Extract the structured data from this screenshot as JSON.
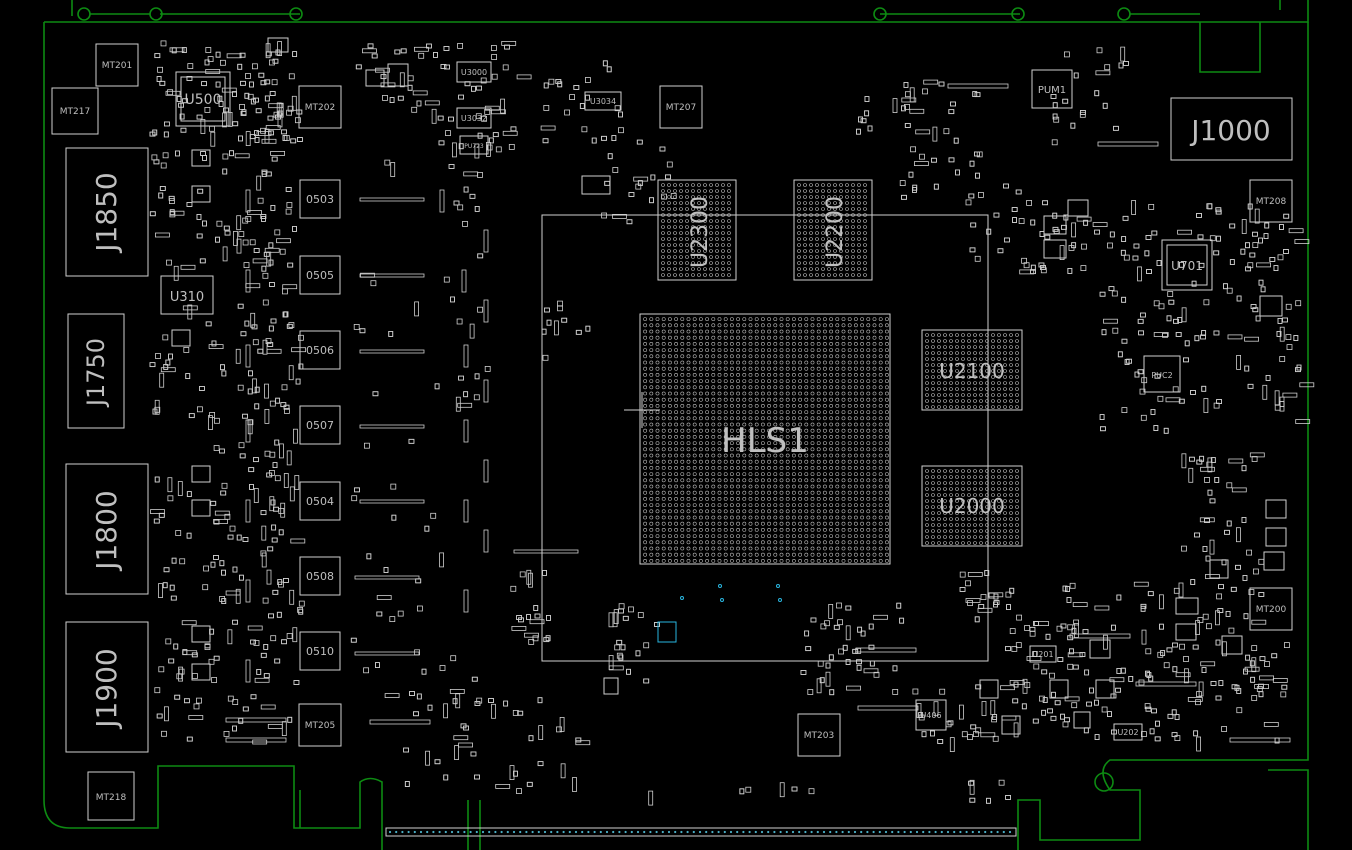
{
  "board": {
    "outline_color": "#0d8a12",
    "silk_color": "#cfcfcf",
    "highlight_color": "#29b6e0"
  },
  "labels": {
    "gpu": "HLS1",
    "mem_u2300": "U2300",
    "mem_u2200": "U2200",
    "mem_u2100": "U2100",
    "mem_u2000": "U2000",
    "conn_j1850": "J1850",
    "conn_j1750": "J1750",
    "conn_j1800": "J1800",
    "conn_j1900": "J1900",
    "conn_j1000": "J1000",
    "ic_u500": "U500",
    "ic_u310": "U310",
    "ic_u701": "U701",
    "ic_u3000": "U3000",
    "ic_u3032": "U3032",
    "ic_u3034": "U3034",
    "ic_u201": "U201",
    "ic_u202": "U202",
    "ic_u406": "U406",
    "ic_pu723": "PU723",
    "ic_puc2": "PUC2",
    "ic_pum1": "PUM1",
    "vr_503": "0503",
    "vr_505": "0505",
    "vr_506": "0506",
    "vr_507": "0507",
    "vr_504": "0504",
    "vr_508": "0508",
    "vr_510": "0510",
    "mt201": "MT201",
    "mt217": "MT217",
    "mt202": "MT202",
    "mt207": "MT207",
    "mt208": "MT208",
    "mt200": "MT200",
    "mt205": "MT205",
    "mt203": "MT203",
    "mt218": "MT218"
  }
}
